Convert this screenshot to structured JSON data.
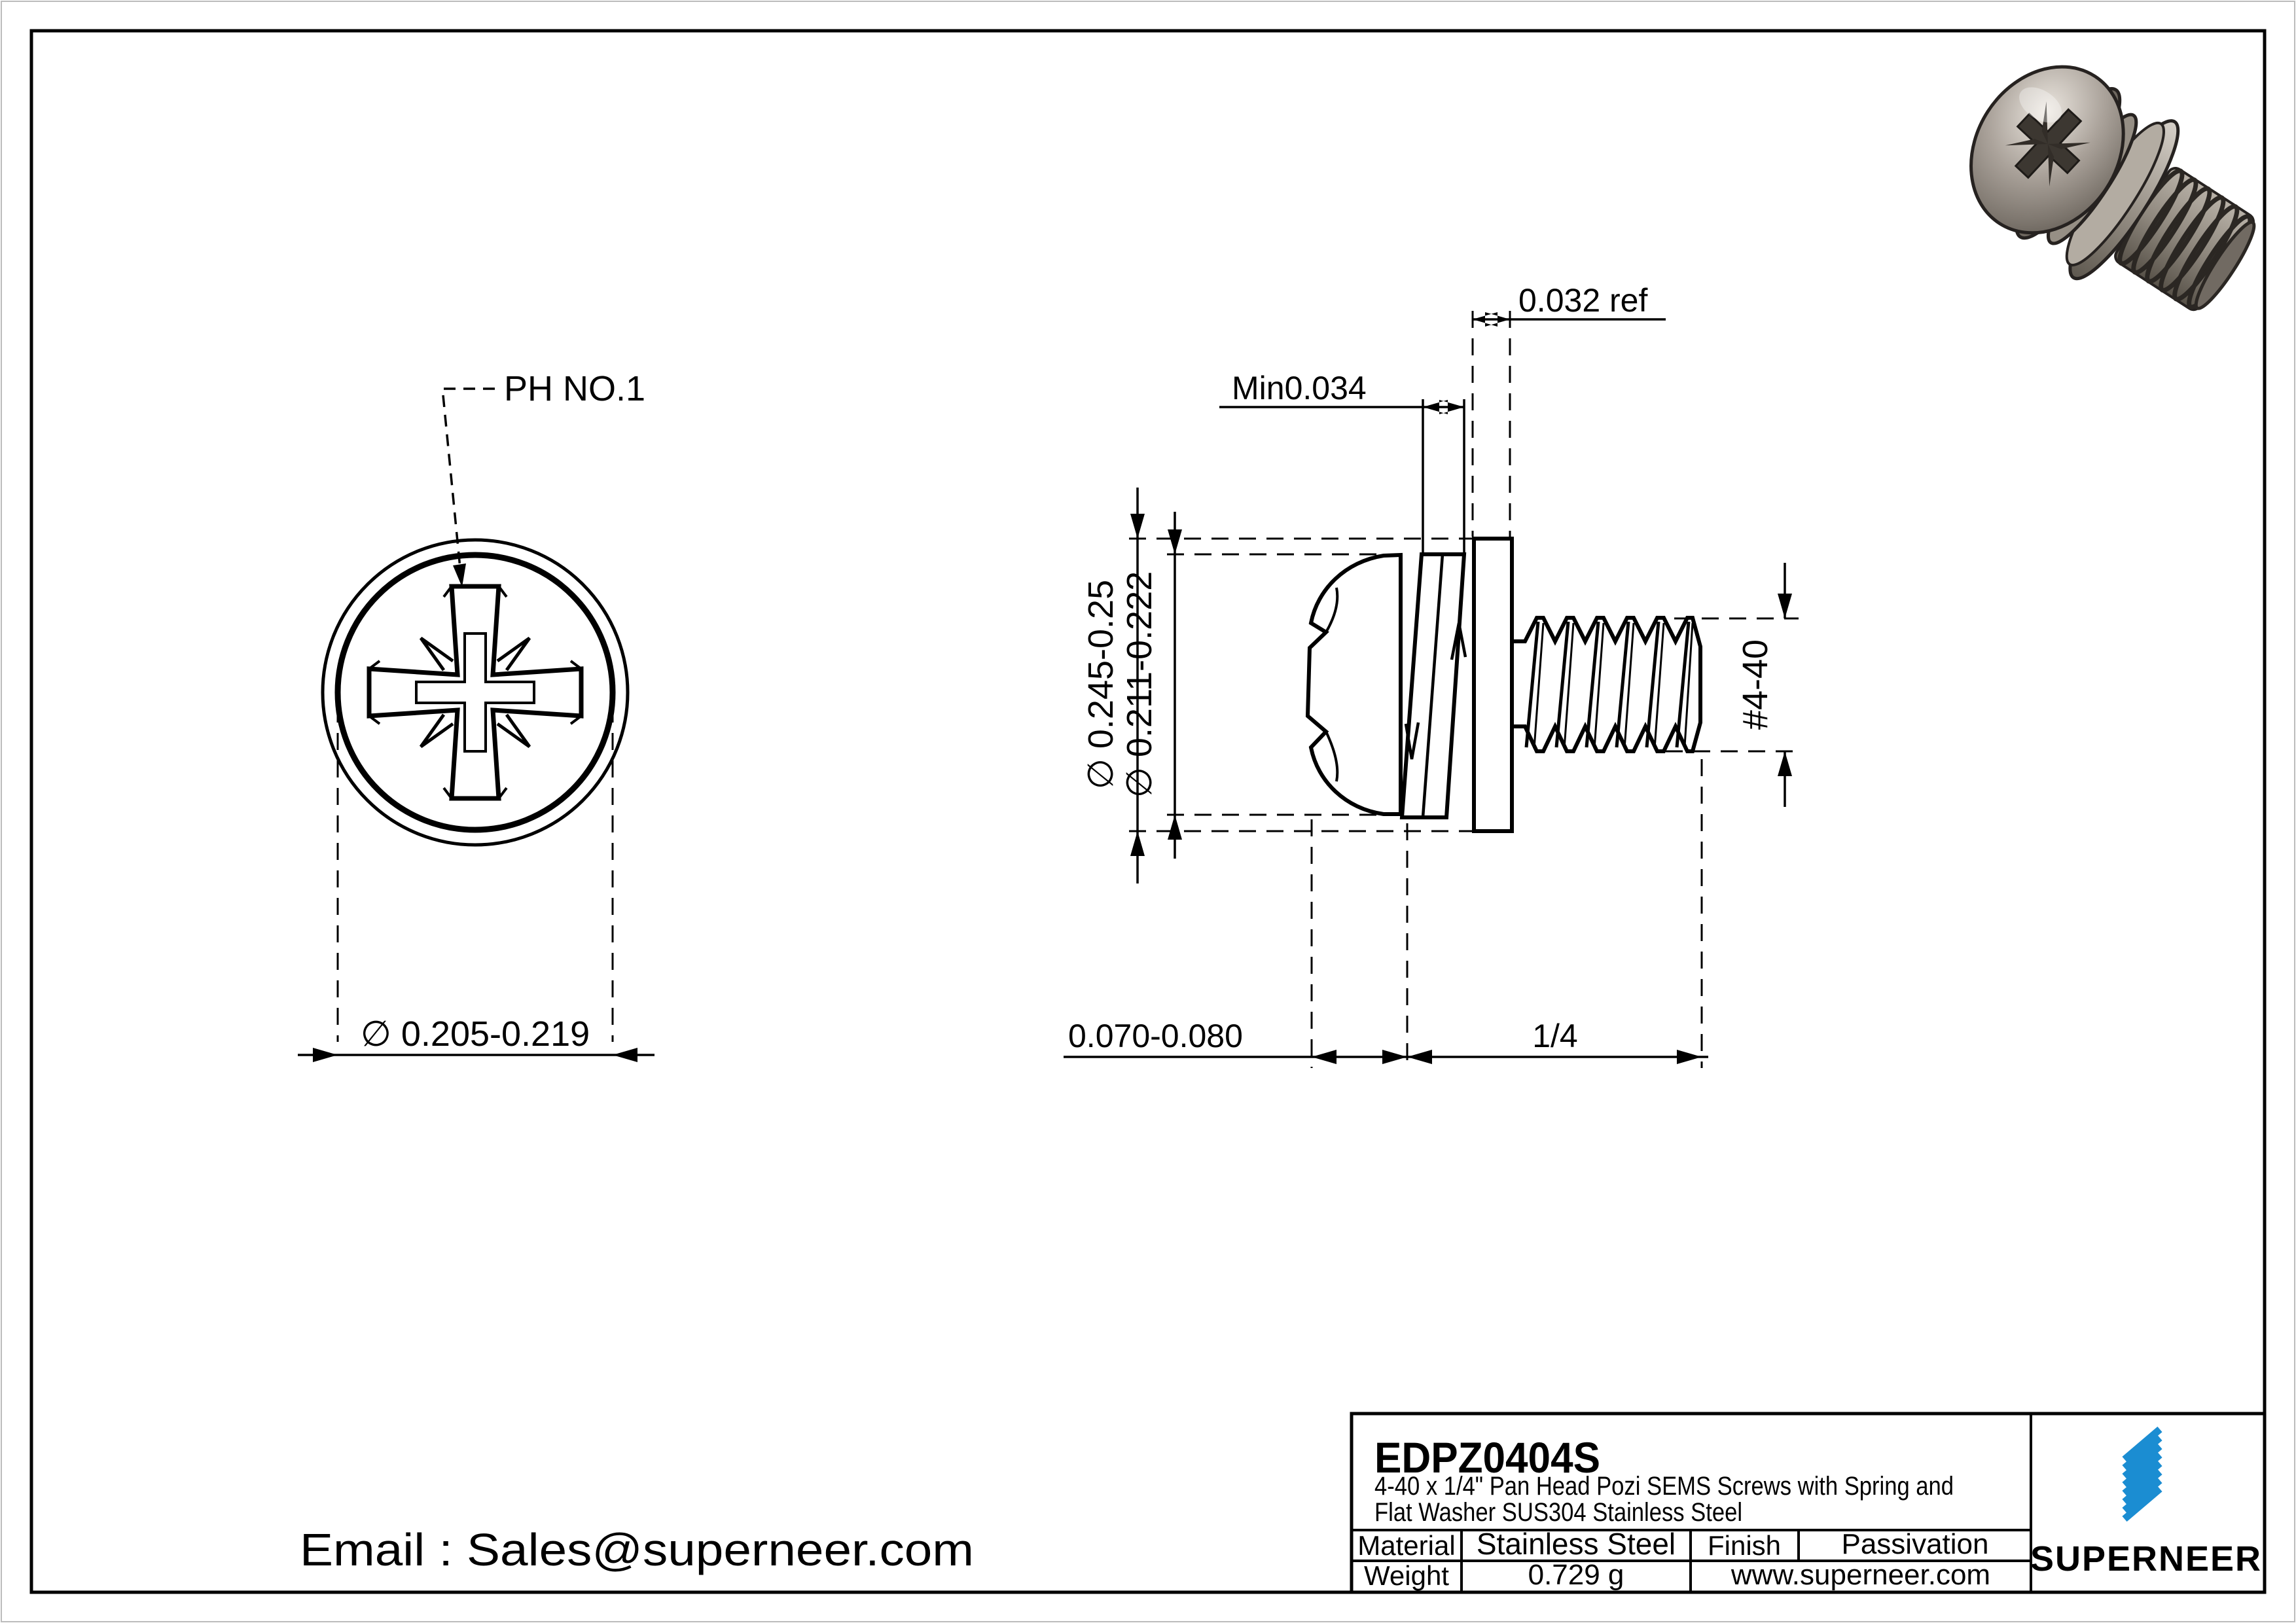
{
  "page": {
    "accent_blue": "#1b8dd2",
    "line_color": "#000000",
    "background": "#ffffff"
  },
  "front_view": {
    "drive_label": "PH NO.1",
    "head_dia_dim": "∅ 0.205-0.219"
  },
  "side_view": {
    "washer_od_dim": "∅ 0.245-0.25",
    "head_od_dim": "∅ 0.211-0.222",
    "spring_washer_min_dim": "Min0.034",
    "flat_washer_thickness_dim": "0.032 ref",
    "thread_size_dim": "#4-40",
    "head_height_dim": "0.070-0.080",
    "thread_length_dim": "1/4"
  },
  "title_block": {
    "part_number": "EDPZ0404S",
    "description_line1": "4-40 x 1/4\" Pan Head Pozi SEMS Screws with Spring and",
    "description_line2": "Flat Washer SUS304 Stainless Steel",
    "material_label": "Material",
    "material_value": "Stainless Steel",
    "finish_label": "Finish",
    "finish_value": "Passivation",
    "weight_label": "Weight",
    "weight_value": "0.729 g",
    "website": "www.superneer.com",
    "brand": "SUPERNEER"
  },
  "footer": {
    "email": "Email : Sales@superneer.com"
  }
}
